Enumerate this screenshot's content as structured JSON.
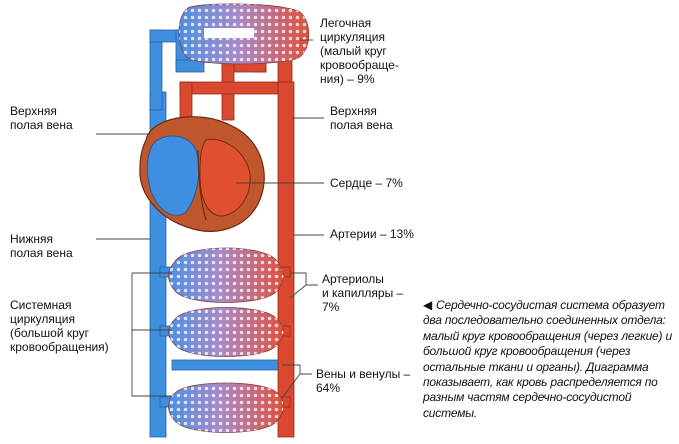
{
  "labels": {
    "pulmonary": "Легочная\nциркуляция\n(малый круг\nкровообраще-\nния) – 9%",
    "sup_vena_left": "Верхняя\nполая вена",
    "sup_vena_right": "Верхняя\nполая вена",
    "heart": "Сердце – 7%",
    "inf_vena": "Нижняя\nполая вена",
    "arteries": "Артерии – 13%",
    "systemic": "Системная\nциркуляция\n(большой круг\nкровообращения)",
    "arterioles": "Артериолы\nи капилляры –\n7%",
    "veins": "Вены и венулы –\n64%"
  },
  "caption": {
    "marker": "◀",
    "text": "Сердечно-сосудистая система образует два последовательно соединенных отдела: малый круг кровообращения (через легкие) и большой круг кровообращения (через остальные ткани и органы). Диаграмма показывает, как кровь распределяется по разным частям сердечно-сосудистой системы."
  },
  "colors": {
    "venous_blue": "#3f8fe0",
    "arterial_red": "#d9482f",
    "heart_brown": "#c0562c",
    "leader": "#444444"
  }
}
